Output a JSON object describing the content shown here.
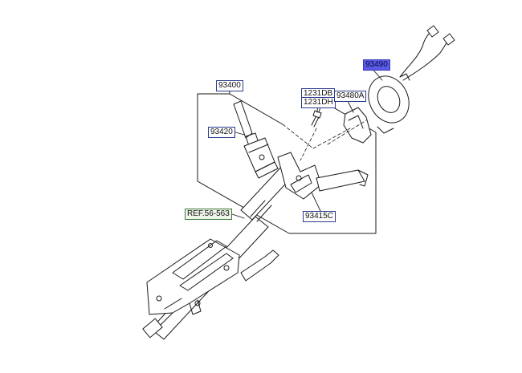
{
  "labels": {
    "assembly": "93400",
    "multifunction_switch": "93420",
    "contact_assembly": "93415C",
    "bolt_upper": "1231DB",
    "bolt_lower": "1231DH",
    "cover": "93480A",
    "clock_spring": "93490",
    "reference": "REF.56-563"
  },
  "colors": {
    "line": "#1a1a1a",
    "frame": "#333333",
    "highlight": "#5a5ae6",
    "ref_border": "#3d7a3d"
  }
}
